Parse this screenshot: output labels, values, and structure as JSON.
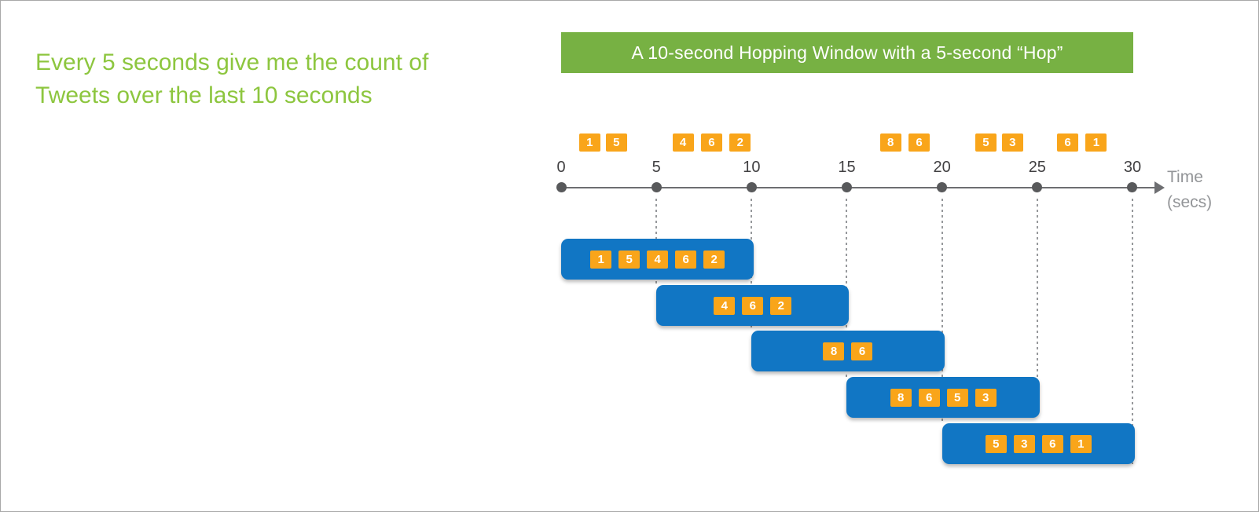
{
  "scenario_text": "Every 5 seconds give me the count of Tweets over the last 10 seconds",
  "banner": {
    "title": "A 10-second Hopping Window with a 5-second “Hop”"
  },
  "timeline": {
    "ticks": [
      "0",
      "5",
      "10",
      "15",
      "20",
      "25",
      "30"
    ],
    "tick_values": [
      0,
      5,
      10,
      15,
      20,
      25,
      30
    ],
    "axis_label_line1": "Time",
    "axis_label_line2": "(secs)"
  },
  "stream_events": [
    {
      "label": "1",
      "t": 1.5
    },
    {
      "label": "5",
      "t": 2.9
    },
    {
      "label": "4",
      "t": 6.4
    },
    {
      "label": "6",
      "t": 7.9
    },
    {
      "label": "2",
      "t": 9.4
    },
    {
      "label": "8",
      "t": 17.3
    },
    {
      "label": "6",
      "t": 18.8
    },
    {
      "label": "5",
      "t": 22.3
    },
    {
      "label": "3",
      "t": 23.7
    },
    {
      "label": "6",
      "t": 26.6
    },
    {
      "label": "1",
      "t": 28.1
    }
  ],
  "windows": [
    {
      "start": 0,
      "end": 10,
      "values": [
        "1",
        "5",
        "4",
        "6",
        "2"
      ]
    },
    {
      "start": 5,
      "end": 15,
      "values": [
        "4",
        "6",
        "2"
      ]
    },
    {
      "start": 10,
      "end": 20,
      "values": [
        "8",
        "6"
      ]
    },
    {
      "start": 15,
      "end": 25,
      "values": [
        "8",
        "6",
        "5",
        "3"
      ]
    },
    {
      "start": 20,
      "end": 30,
      "values": [
        "5",
        "3",
        "6",
        "1"
      ]
    }
  ],
  "colors": {
    "accent_green": "#8DC63F",
    "banner_green": "#77B143",
    "event_orange": "#F9A51A",
    "window_blue": "#1176C4",
    "axis_gray": "#6D6E71"
  }
}
